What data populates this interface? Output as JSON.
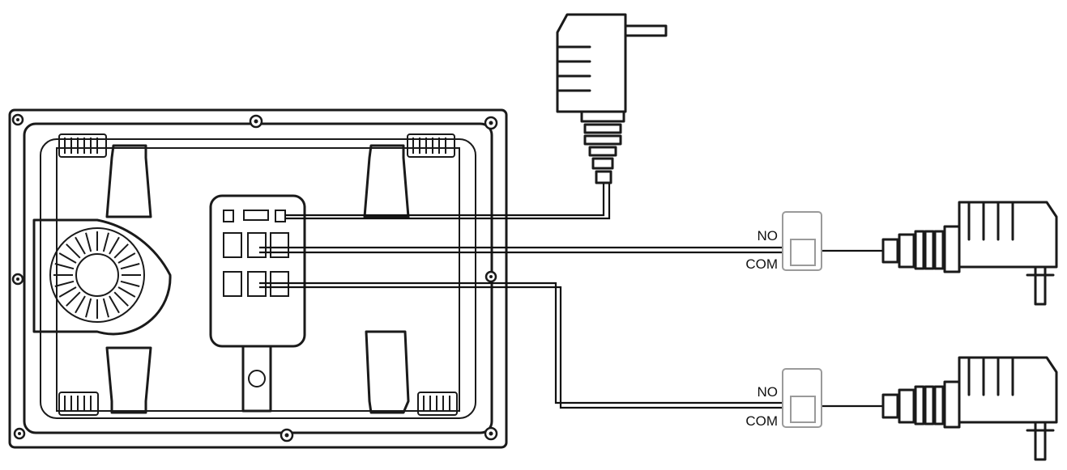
{
  "relays": [
    {
      "no_label": "NO",
      "com_label": "COM"
    },
    {
      "no_label": "NO",
      "com_label": "COM"
    }
  ],
  "colors": {
    "line": "#1a1a1a",
    "relay_outline": "#9a9a9a"
  },
  "icons": {
    "monitor": "monitor-back-panel",
    "power_plug": "power-adapter-icon",
    "lock_plug": "lock-power-adapter-icon"
  }
}
